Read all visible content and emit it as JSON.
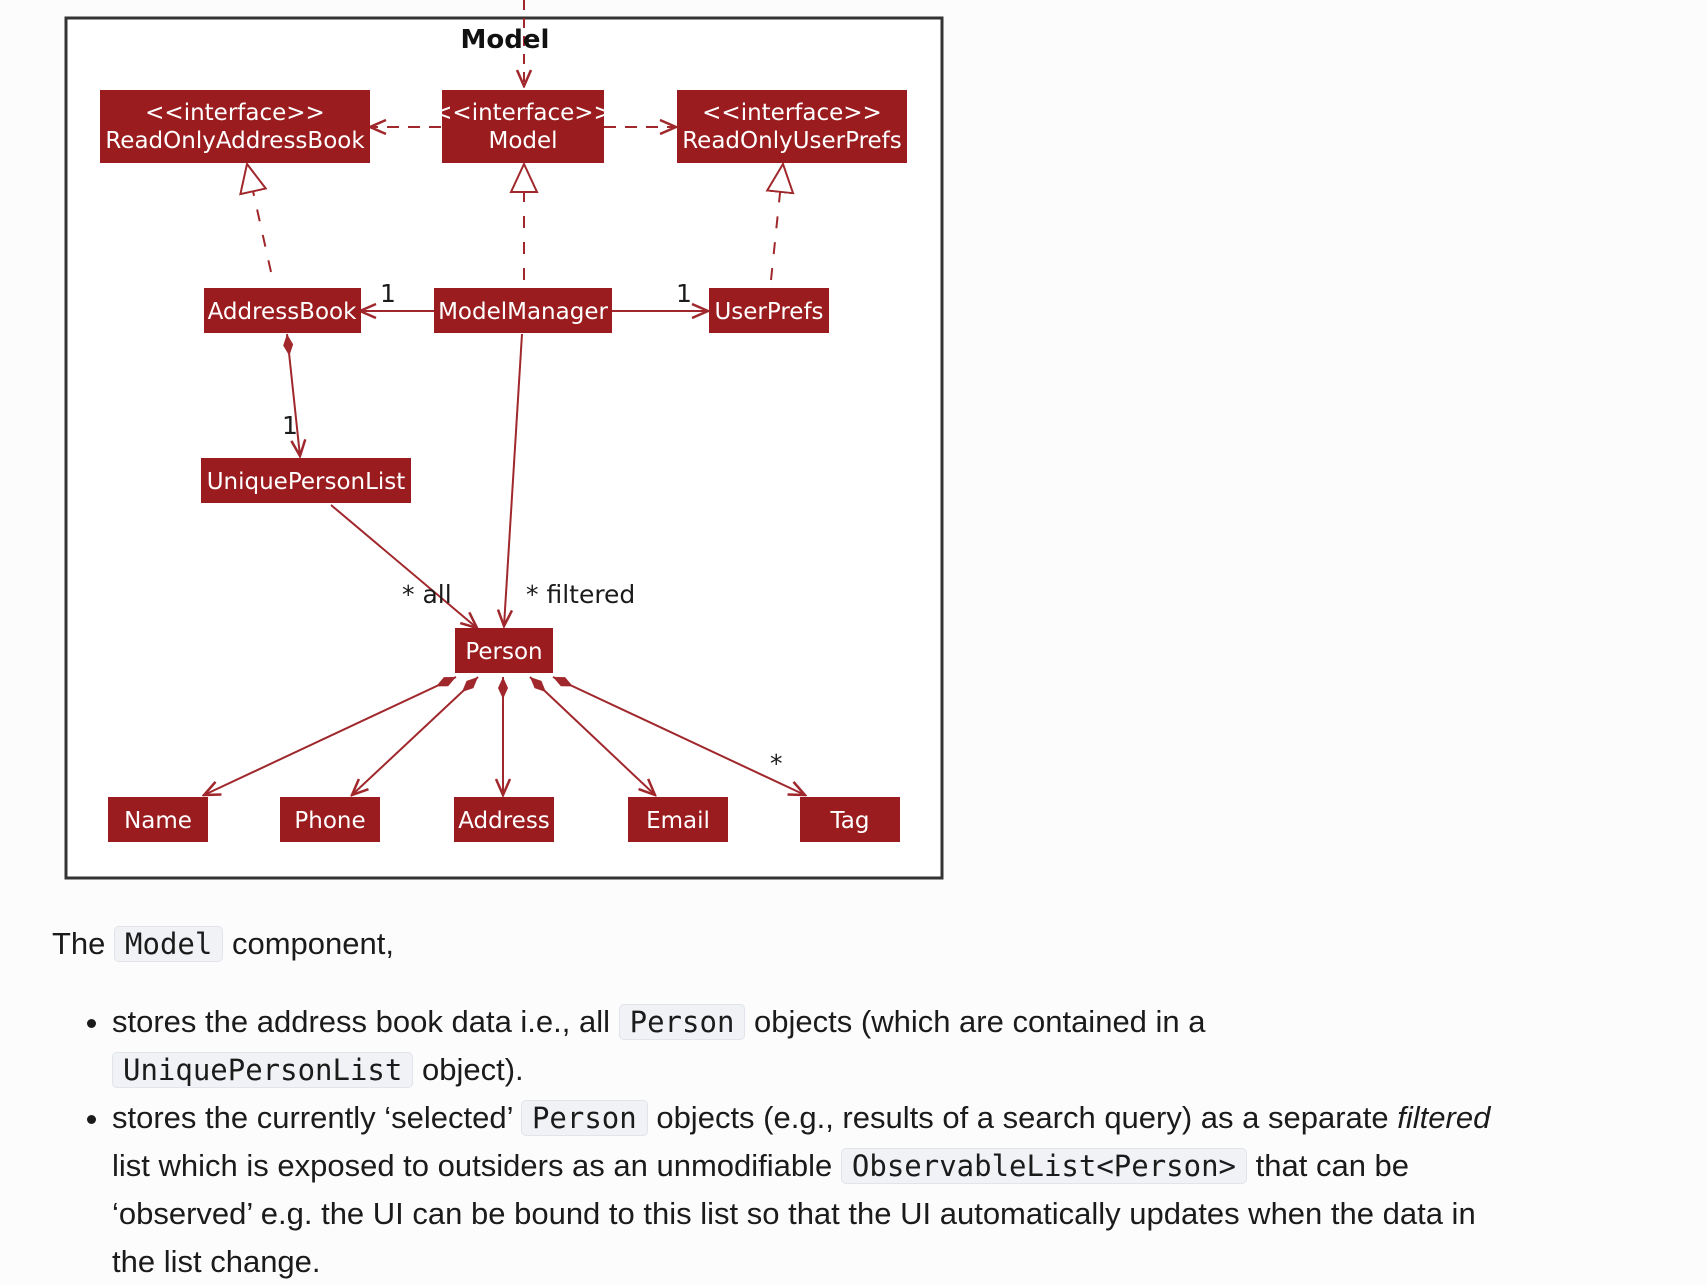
{
  "diagram": {
    "title": "Model",
    "colors": {
      "box_fill": "#9b1c1f",
      "line": "#a0282c",
      "frame": "#333333"
    },
    "nodes": {
      "readonly_addressbook": {
        "stereotype": "<<interface>>",
        "name": "ReadOnlyAddressBook"
      },
      "model": {
        "stereotype": "<<interface>>",
        "name": "Model"
      },
      "readonly_userprefs": {
        "stereotype": "<<interface>>",
        "name": "ReadOnlyUserPrefs"
      },
      "addressbook": {
        "name": "AddressBook"
      },
      "modelmanager": {
        "name": "ModelManager"
      },
      "userprefs": {
        "name": "UserPrefs"
      },
      "uniquepersonlist": {
        "name": "UniquePersonList"
      },
      "person": {
        "name": "Person"
      },
      "name": {
        "name": "Name"
      },
      "phone": {
        "name": "Phone"
      },
      "address": {
        "name": "Address"
      },
      "email": {
        "name": "Email"
      },
      "tag": {
        "name": "Tag"
      }
    },
    "labels": {
      "mm_ab_mult": "1",
      "mm_up_mult": "1",
      "ab_upl_mult": "1",
      "all": "* all",
      "filtered": "* filtered",
      "tag_mult": "*"
    }
  },
  "prose": {
    "intro_before": "The",
    "intro_code": "Model",
    "intro_after": "component,",
    "bullet1": {
      "t1": "stores the address book data i.e., all",
      "c1": "Person",
      "t2": "objects (which are contained in a",
      "c2": "UniquePersonList",
      "t3": "object)."
    },
    "bullet2": {
      "t1": "stores the currently ‘selected’",
      "c1": "Person",
      "t2": "objects (e.g., results of a search query) as a separate",
      "em": "filtered",
      "t3": "list which is exposed to outsiders as an unmodifiable",
      "c2": "ObservableList<Person>",
      "t4": "that can be ‘observed’ e.g. the UI can be bound to this list so that the UI automatically updates when the data in the list change."
    }
  }
}
